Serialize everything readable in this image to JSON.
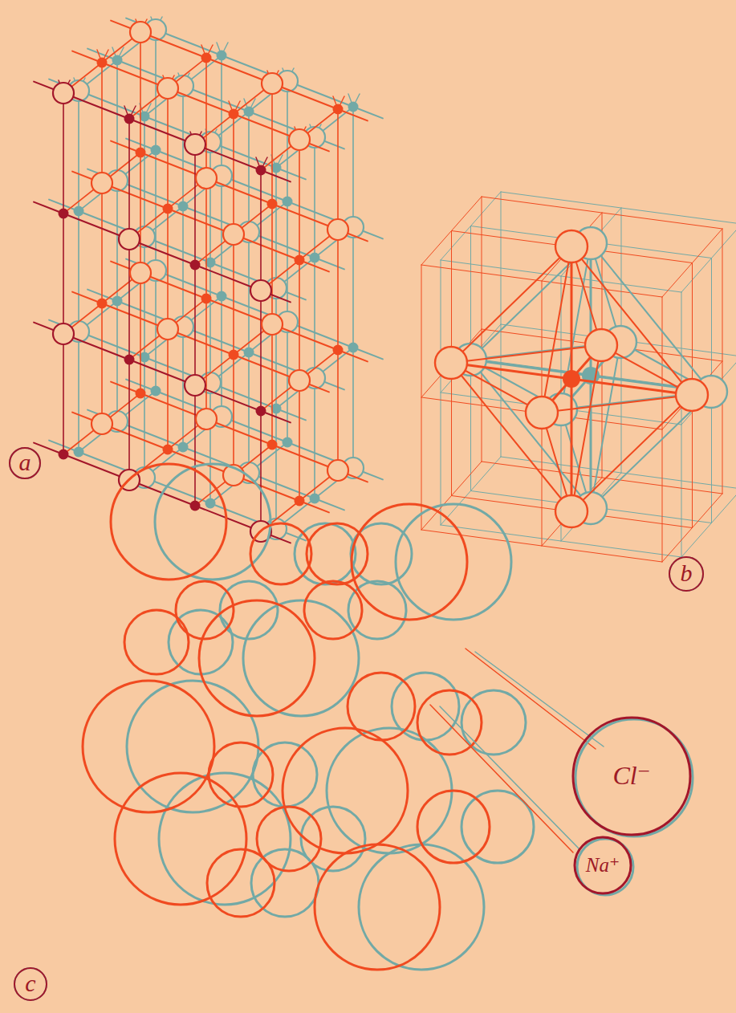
{
  "diagram": {
    "nodes": [
      {
        "text": [
          "a"
        ]
      },
      {
        "text": [
          "b"
        ]
      },
      {
        "text": [
          "Cl⁻"
        ]
      },
      {
        "text": [
          "Na⁺"
        ]
      },
      {
        "text": [
          "c"
        ]
      }
    ]
  }
}
